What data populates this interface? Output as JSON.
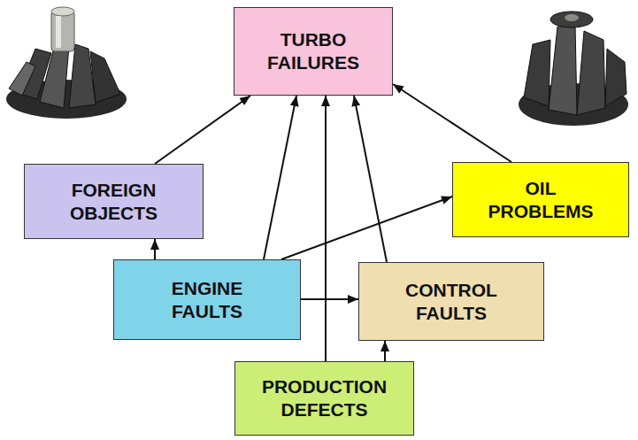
{
  "diagram": {
    "nodes": [
      {
        "text": [
          "TURBO FAILURES"
        ]
      },
      {
        "text": [
          "FOREIGN OBJECTS"
        ]
      },
      {
        "text": [
          "OIL PROBLEMS"
        ]
      },
      {
        "text": [
          "ENGINE FAULTS"
        ]
      },
      {
        "text": [
          "CONTROL FAULTS"
        ]
      },
      {
        "text": [
          "PRODUCTION DEFECTS"
        ]
      }
    ],
    "edges": [
      {
        "from": 1,
        "to": 0,
        "arrow": "to"
      },
      {
        "from": 2,
        "to": 0,
        "arrow": "to"
      },
      {
        "from": 3,
        "to": 0,
        "arrow": "to"
      },
      {
        "from": 3,
        "to": 1,
        "arrow": "to"
      },
      {
        "from": 3,
        "to": 2,
        "arrow": "to"
      },
      {
        "from": 3,
        "to": 4,
        "arrow": "to"
      },
      {
        "from": 4,
        "to": 0,
        "arrow": "to"
      },
      {
        "from": 5,
        "to": 0,
        "arrow": "to"
      },
      {
        "from": 5,
        "to": 4,
        "arrow": "to"
      }
    ]
  }
}
